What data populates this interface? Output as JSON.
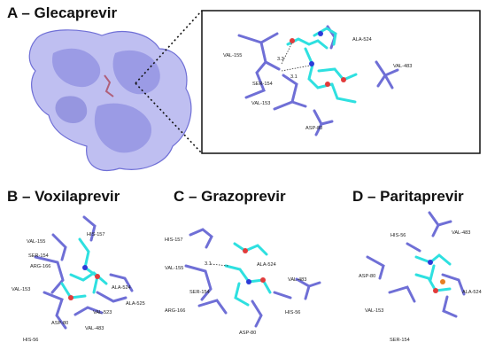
{
  "panelA": {
    "title": "A – Glecaprevir",
    "residues": [
      "VAL-155",
      "SER-154",
      "VAL-153",
      "ASP-80",
      "VAL-483",
      "ALA-524"
    ],
    "distances": [
      "3.3",
      "3.1"
    ]
  },
  "panelB": {
    "title": "B – Voxilaprevir",
    "residues": [
      "HIS-157",
      "VAL-155",
      "SER-154",
      "ARG-166",
      "VAL-153",
      "ASP-80",
      "HIS-56",
      "VAL-483",
      "VAL-523",
      "ALA-524",
      "ALA-525"
    ]
  },
  "panelC": {
    "title": "C – Grazoprevir",
    "residues": [
      "HIS-157",
      "VAL-155",
      "SER-154",
      "ARG-166",
      "ALA-524",
      "VAL-483",
      "HIS-56",
      "ASP-80"
    ],
    "distances": [
      "3.1"
    ]
  },
  "panelD": {
    "title": "D – Paritaprevir",
    "residues": [
      "HIS-56",
      "VAL-483",
      "ASP-80",
      "ALA-524",
      "VAL-153",
      "SER-154"
    ]
  },
  "colors": {
    "protein": "#6f6fd6",
    "surface": "#8a8ae6",
    "ligand": "#2ee0e0",
    "oxygen": "#e23b3b",
    "nitrogen": "#2d3bd8"
  }
}
